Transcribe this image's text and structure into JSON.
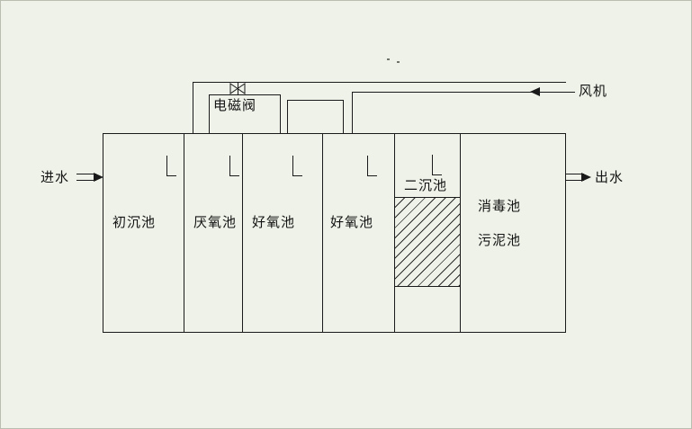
{
  "diagram": {
    "background_color": "#eef2e8",
    "line_color": "#1a1a1a",
    "inlet_label": "进水",
    "outlet_label": "出水",
    "solenoid_valve_label": "电磁阀",
    "fan_label": "风机",
    "tanks": [
      {
        "label": "初沉池"
      },
      {
        "label": "厌氧池"
      },
      {
        "label": "好氧池"
      },
      {
        "label": "好氧池"
      },
      {
        "label": "二沉池"
      },
      {
        "label": "消毒池"
      },
      {
        "label": "污泥池"
      }
    ],
    "icons": {
      "valve": "bowtie-valve-icon",
      "inlet_arrow": "right-arrow-icon",
      "outlet_arrow": "right-arrow-icon",
      "fan_flow_arrow": "left-arrow-icon"
    }
  }
}
